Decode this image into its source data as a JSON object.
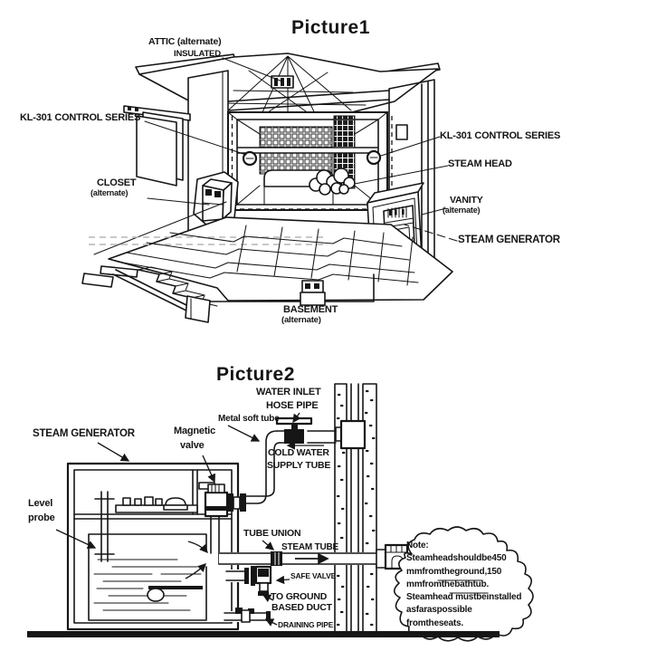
{
  "colors": {
    "ink": "#161616",
    "paper": "#ffffff"
  },
  "picture1": {
    "title": "Picture1",
    "attic": "ATTIC (alternate)",
    "insulated": "INSULATED",
    "kl301_left": "KL-301 CONTROL SERIES",
    "kl301_right": "KL-301 CONTROL SERIES",
    "steam_head": "STEAM HEAD",
    "closet": "CLOSET",
    "closet_alt": "(alternate)",
    "vanity": "VANITY",
    "vanity_alt": "(alternate)",
    "steam_generator": "STEAM GENERATOR",
    "basement": "BASEMENT",
    "basement_alt": "(alternate)"
  },
  "picture2": {
    "title": "Picture2",
    "water_inlet": "WATER INLET",
    "hose_pipe": "HOSE PIPE",
    "metal_soft_tube": "Metal soft tube",
    "magnetic": "Magnetic",
    "valve": "valve",
    "steam_generator": "STEAM GENERATOR",
    "cold_water": "COLD WATER",
    "supply_tube": "SUPPLY TUBE",
    "level": "Level",
    "probe": "probe",
    "tube_union": "TUBE UNION",
    "steam_tube": "STEAM TUBE",
    "safe_valve": "SAFE VALVE",
    "to_ground": "TO GROUND",
    "based_duct": "BASED DUCT",
    "draining_pipe": "DRAINING PIPE",
    "note_title": "Note:",
    "note_line1": "Steamheadshouldbe450",
    "note_line2": "mmfromtheground,150",
    "note_line3": "mmfromthebathtub.",
    "note_line4": "Steamhead mustbeinstalled",
    "note_line5": "asfaraspossible",
    "note_line6": "fromtheseats."
  }
}
